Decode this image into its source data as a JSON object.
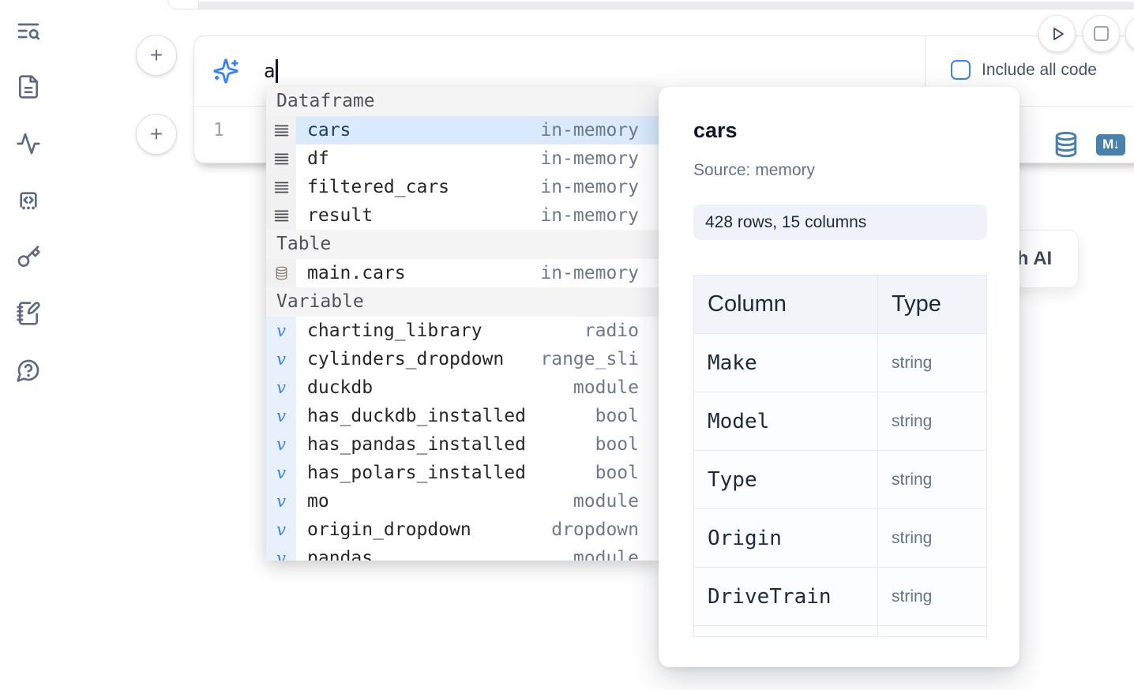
{
  "sidebar": {
    "items": [
      {
        "label": "file explorer"
      },
      {
        "label": "documentation"
      },
      {
        "label": "dependencies"
      },
      {
        "label": "snippets"
      },
      {
        "label": "secrets"
      },
      {
        "label": "scratchpad"
      },
      {
        "label": "help"
      }
    ]
  },
  "toolbar": {
    "run_label": "run",
    "stop_label": "stop"
  },
  "ai_cell": {
    "prompt_value": "a",
    "include_all_code_label": "Include all code"
  },
  "code_cell": {
    "line_number": "1",
    "markdown_badge": "M↓"
  },
  "ai_generate_button": {
    "visible_label": "h AI"
  },
  "autocomplete": {
    "sections": [
      {
        "label": "Dataframe",
        "items": [
          {
            "name": "cars",
            "type": "in-memory"
          },
          {
            "name": "df",
            "type": "in-memory"
          },
          {
            "name": "filtered_cars",
            "type": "in-memory"
          },
          {
            "name": "result",
            "type": "in-memory"
          }
        ]
      },
      {
        "label": "Table",
        "items": [
          {
            "name": "main.cars",
            "type": "in-memory"
          }
        ]
      },
      {
        "label": "Variable",
        "items": [
          {
            "name": "charting_library",
            "type": "radio"
          },
          {
            "name": "cylinders_dropdown",
            "type": "range_sli"
          },
          {
            "name": "duckdb",
            "type": "module"
          },
          {
            "name": "has_duckdb_installed",
            "type": "bool"
          },
          {
            "name": "has_pandas_installed",
            "type": "bool"
          },
          {
            "name": "has_polars_installed",
            "type": "bool"
          },
          {
            "name": "mo",
            "type": "module"
          },
          {
            "name": "origin_dropdown",
            "type": "dropdown"
          },
          {
            "name": "pandas",
            "type": "module"
          }
        ]
      }
    ]
  },
  "preview": {
    "title": "cars",
    "source": "Source: memory",
    "shape_badge": "428 rows, 15 columns",
    "table": {
      "headers": [
        "Column",
        "Type"
      ],
      "rows": [
        {
          "column": "Make",
          "type": "string"
        },
        {
          "column": "Model",
          "type": "string"
        },
        {
          "column": "Type",
          "type": "string"
        },
        {
          "column": "Origin",
          "type": "string"
        },
        {
          "column": "DriveTrain",
          "type": "string"
        }
      ]
    }
  },
  "colors": {
    "accent_blue": "#3b82f6",
    "steel_blue_icons": "#4a80ac",
    "selected_row_bg": "#d8eafc",
    "selected_row_text": "#1c3d6e"
  }
}
